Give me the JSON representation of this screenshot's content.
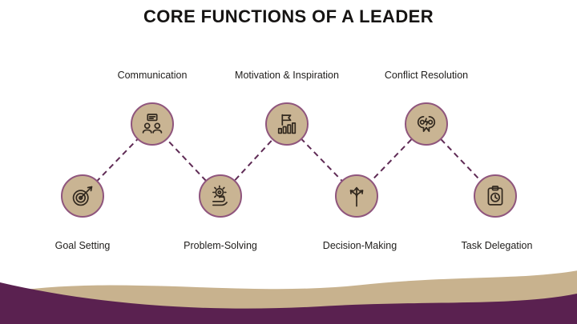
{
  "title": "CORE FUNCTIONS OF A LEADER",
  "nodes": [
    {
      "label": "Goal Setting",
      "icon": "target-icon",
      "row": "bottom"
    },
    {
      "label": "Communication",
      "icon": "communication-icon",
      "row": "top"
    },
    {
      "label": "Problem-Solving",
      "icon": "problem-solving-icon",
      "row": "bottom"
    },
    {
      "label": "Motivation & Inspiration",
      "icon": "motivation-icon",
      "row": "top"
    },
    {
      "label": "Decision-Making",
      "icon": "decision-making-icon",
      "row": "bottom"
    },
    {
      "label": "Conflict Resolution",
      "icon": "conflict-resolution-icon",
      "row": "top"
    },
    {
      "label": "Task Delegation",
      "icon": "task-delegation-icon",
      "row": "bottom"
    }
  ],
  "colors": {
    "circle_fill": "#c9b493",
    "circle_border": "#8f557d",
    "connector": "#5f2b55",
    "wave_tan": "#c8b28e",
    "wave_purple": "#5a2150",
    "title_color": "#161413"
  }
}
